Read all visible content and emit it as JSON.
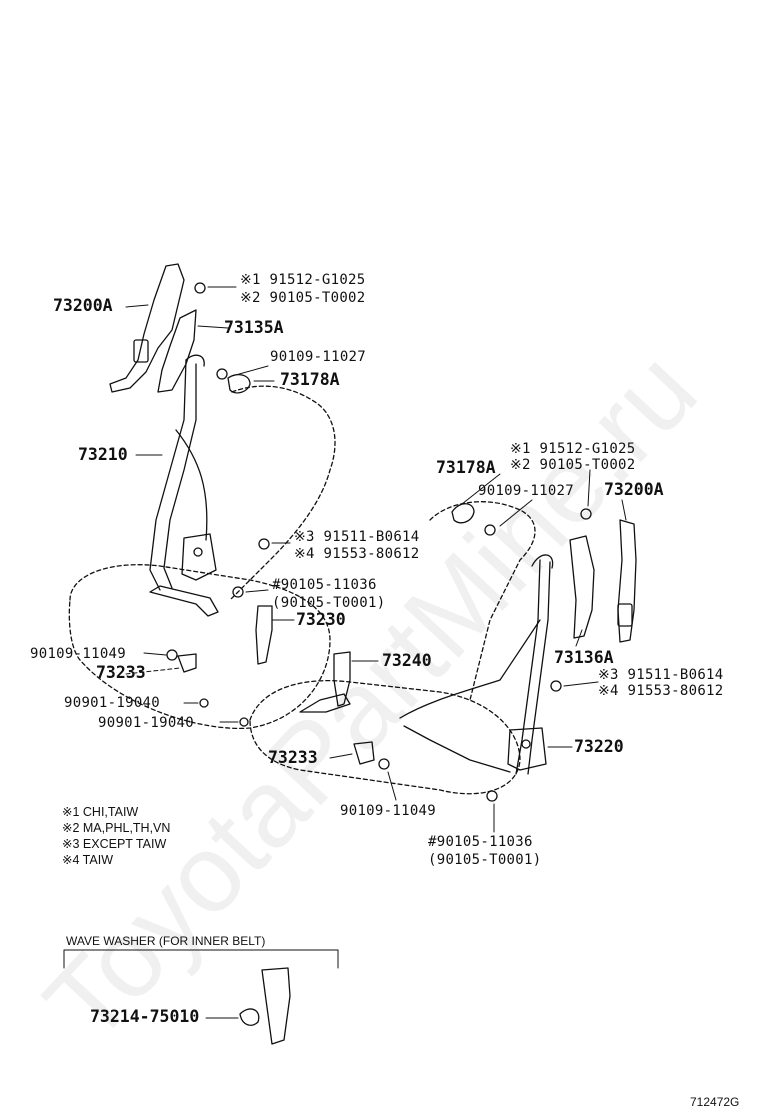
{
  "watermark": "ToyotaPartMine.ru",
  "figure_id": "712472G",
  "parts": {
    "belt_anchor_left": "73200A",
    "cover_left": "73135A",
    "cover_right": "73136A",
    "guide_left": "73178A",
    "guide_right": "73178A",
    "belt_front_left": "73210",
    "belt_front_right": "73220",
    "buckle_left": "73230",
    "buckle_right": "73240",
    "cover_233_left": "73233",
    "cover_233_right": "73233",
    "belt_anchor_right": "73200A",
    "washer": "73214-75010"
  },
  "fasteners": {
    "bolt_top_left_1_mark": "※1",
    "bolt_top_left_1": "91512-G1025",
    "bolt_top_left_2_mark": "※2",
    "bolt_top_left_2": "90105-T0002",
    "bolt_guide_left": "90109-11027",
    "bolt_retractor_left_3_mark": "※3",
    "bolt_retractor_left_3": "91511-B0614",
    "bolt_retractor_left_4_mark": "※4",
    "bolt_retractor_left_4": "91553-80612",
    "bolt_anchor_left_a": "#90105-11036",
    "bolt_anchor_left_b": "(90105-T0001)",
    "bolt_buckle_left": "90109-11049",
    "plug_1": "90901-19040",
    "plug_2": "90901-19040",
    "bolt_top_right_1_mark": "※1",
    "bolt_top_right_1": "91512-G1025",
    "bolt_top_right_2_mark": "※2",
    "bolt_top_right_2": "90105-T0002",
    "bolt_guide_right": "90109-11027",
    "bolt_retractor_right_3_mark": "※3",
    "bolt_retractor_right_3": "91511-B0614",
    "bolt_retractor_right_4_mark": "※4",
    "bolt_retractor_right_4": "91553-80612",
    "bolt_buckle_right": "90109-11049",
    "bolt_anchor_right_a": "#90105-11036",
    "bolt_anchor_right_b": "(90105-T0001)"
  },
  "notes": [
    "※1 CHI,TAIW",
    "※2 MA,PHL,TH,VN",
    "※3 EXCEPT TAIW",
    "※4 TAIW"
  ],
  "inset_title": "WAVE WASHER (FOR INNER BELT)"
}
